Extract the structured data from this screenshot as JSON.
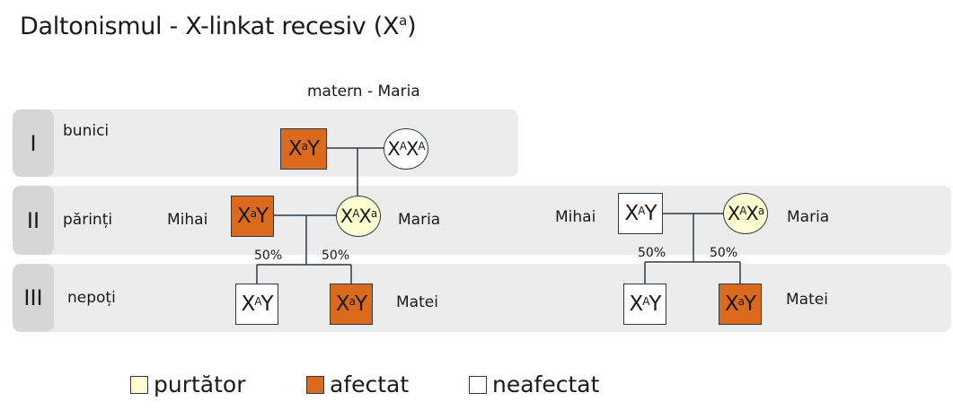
{
  "title": {
    "text": "Daltonismul - X-linkat recesiv (X",
    "sup": "a",
    "close": ")"
  },
  "maternal_caption": "matern - Maria",
  "generations": [
    {
      "numeral": "I",
      "label": "bunici"
    },
    {
      "numeral": "II",
      "label": "părinți"
    },
    {
      "numeral": "III",
      "label": "nepoți"
    }
  ],
  "left_pedigree": {
    "grandfather": {
      "a": "X",
      "sup": "a",
      "b": "Y",
      "status": "afectat"
    },
    "grandmother": {
      "a": "X",
      "sup1": "A",
      "b": "X",
      "sup2": "A",
      "status": "neafectat"
    },
    "father": {
      "name": "Mihai",
      "a": "X",
      "sup": "a",
      "b": "Y",
      "status": "afectat"
    },
    "mother": {
      "name": "Maria",
      "a": "X",
      "sup1": "A",
      "b": "X",
      "sup2": "a",
      "status": "purtator"
    },
    "son1": {
      "a": "X",
      "sup": "A",
      "b": "Y",
      "status": "neafectat",
      "percent": "50%"
    },
    "son2": {
      "name": "Matei",
      "a": "X",
      "sup": "a",
      "b": "Y",
      "status": "afectat",
      "percent": "50%"
    }
  },
  "right_pedigree": {
    "father": {
      "name": "Mihai",
      "a": "X",
      "sup": "A",
      "b": "Y",
      "status": "neafectat"
    },
    "mother": {
      "name": "Maria",
      "a": "X",
      "sup1": "A",
      "b": "X",
      "sup2": "a",
      "status": "purtator"
    },
    "son1": {
      "a": "X",
      "sup": "A",
      "b": "Y",
      "status": "neafectat",
      "percent": "50%"
    },
    "son2": {
      "name": "Matei",
      "a": "X",
      "sup": "a",
      "b": "Y",
      "status": "afectat",
      "percent": "50%"
    }
  },
  "legend": [
    {
      "label": "purtător",
      "color": "#ffffd1"
    },
    {
      "label": "afectat",
      "color": "#dc6a1d"
    },
    {
      "label": "neafectat",
      "color": "#ffffff"
    }
  ],
  "colors": {
    "affected": "#dc6a1d",
    "carrier": "#ffffd1",
    "unaffected": "#ffffff",
    "line": "#2b3a4a"
  }
}
